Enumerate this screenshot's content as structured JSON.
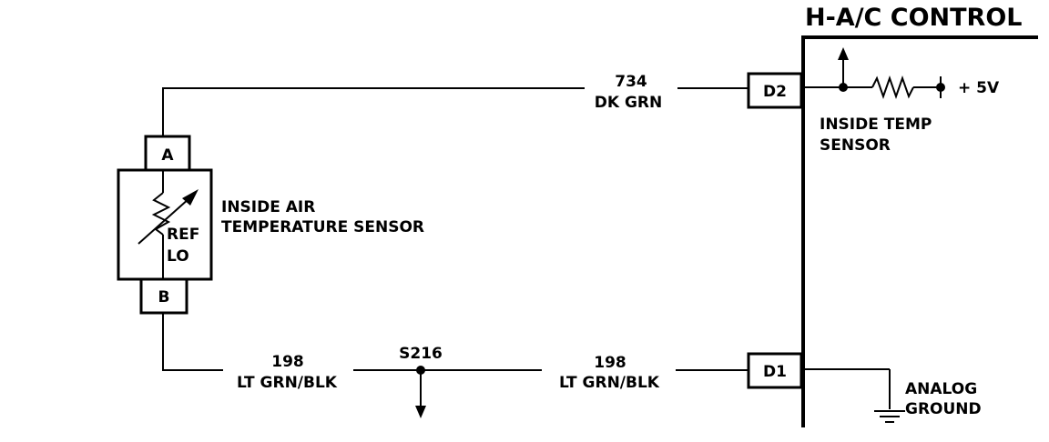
{
  "module": {
    "title": "H-A/C CONTROL",
    "pins": {
      "d2": "D2",
      "d1": "D1"
    },
    "inside_temp_sensor": [
      "INSIDE TEMP",
      "SENSOR"
    ],
    "supply_label": "+ 5V",
    "analog_ground": [
      "ANALOG",
      "GROUND"
    ]
  },
  "sensor": {
    "name": [
      "INSIDE AIR",
      "TEMPERATURE SENSOR"
    ],
    "pin_a": "A",
    "pin_b": "B",
    "ref_lo": [
      "REF",
      "LO"
    ]
  },
  "wires": {
    "top": {
      "circuit": "734",
      "color": "DK GRN"
    },
    "bottom_left": {
      "circuit": "198",
      "color": "LT GRN/BLK"
    },
    "bottom_right": {
      "circuit": "198",
      "color": "LT GRN/BLK"
    }
  },
  "splice": {
    "label": "S216"
  }
}
